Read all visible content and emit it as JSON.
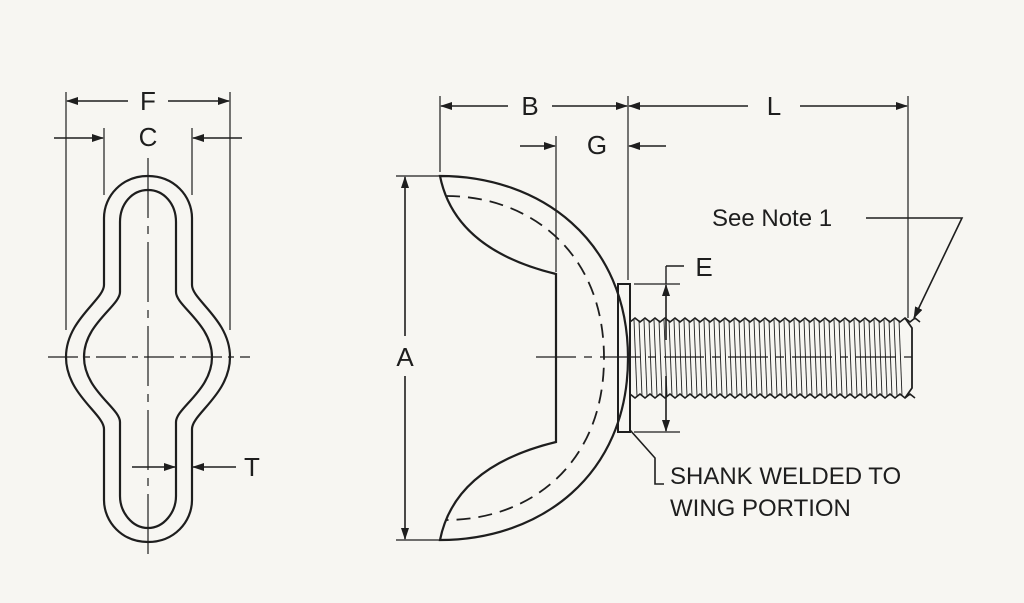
{
  "labels": {
    "F": "F",
    "C": "C",
    "T": "T",
    "B": "B",
    "G": "G",
    "L": "L",
    "A": "A",
    "E": "E"
  },
  "notes": {
    "note1": "See Note 1",
    "shank_line1": "SHANK WELDED TO",
    "shank_line2": "WING PORTION"
  },
  "colors": {
    "ink": "#1e1e1e",
    "paper": "#f7f6f2"
  }
}
